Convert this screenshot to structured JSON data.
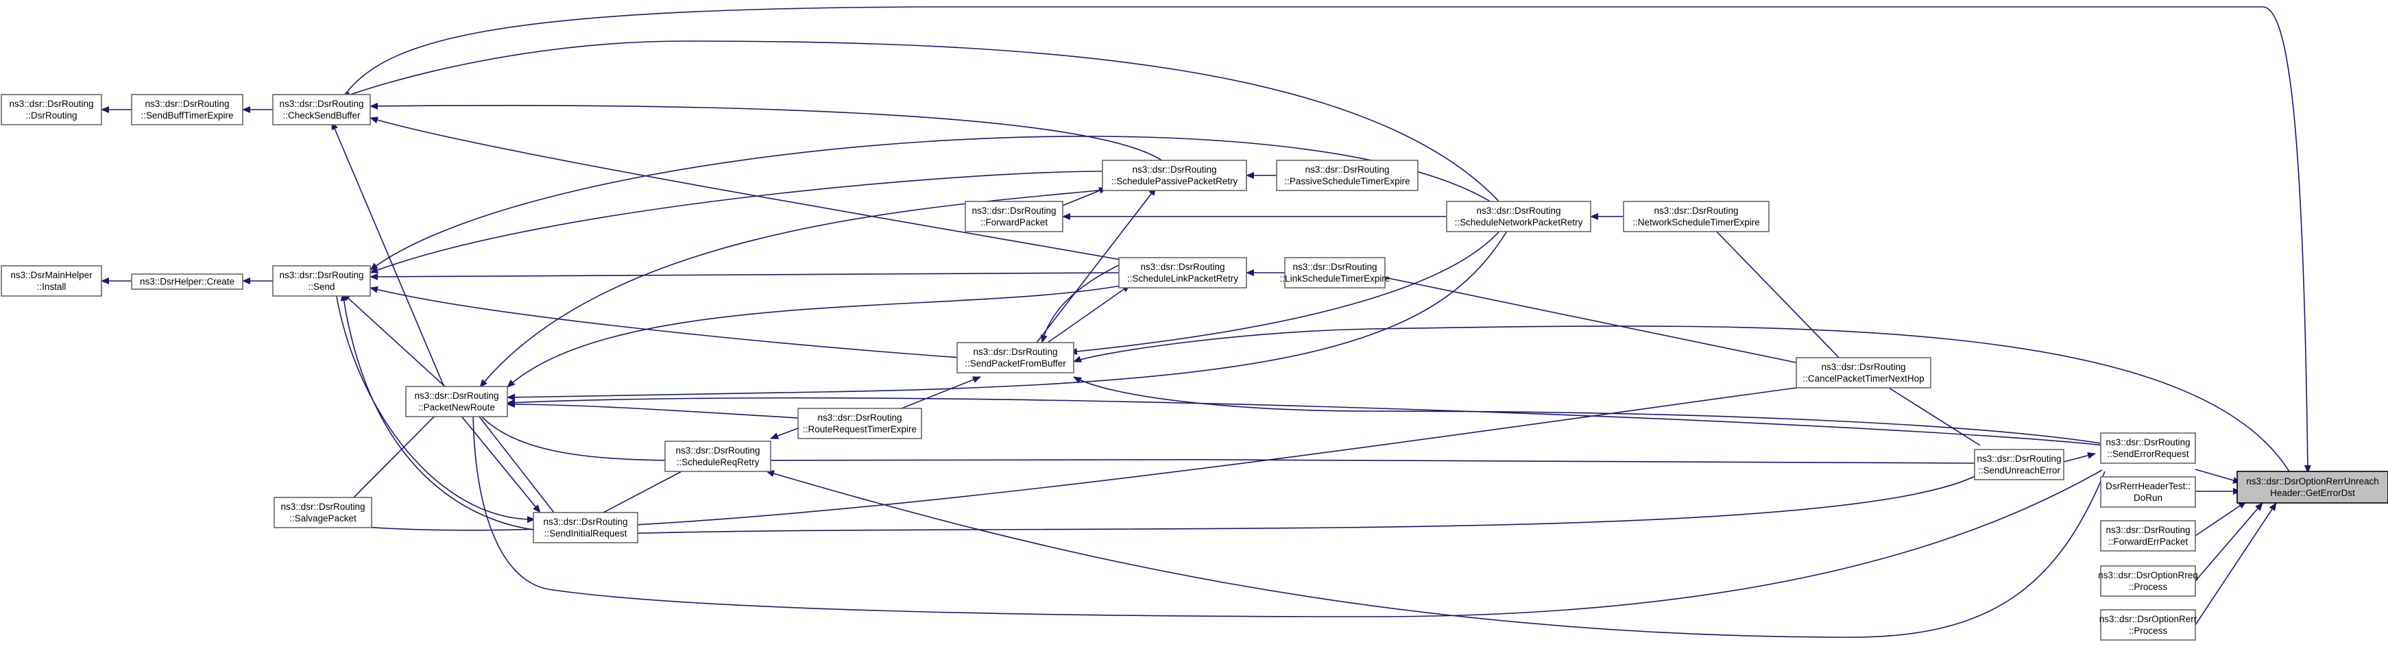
{
  "title": "ns3::dsr::DsrOptionRerrUnreachHeader::GetErrorDst caller graph",
  "colors": {
    "edge": "#191970",
    "root_fill": "#bfbfbf",
    "node_border": "#666666",
    "background": "#ffffff"
  },
  "nodes": [
    {
      "id": "root",
      "lines": [
        "ns3::dsr::DsrOptionRerrUnreach",
        "Header::GetErrorDst"
      ],
      "root": true
    },
    {
      "id": "dsr_ctor",
      "lines": [
        "ns3::dsr::DsrRouting",
        "::DsrRouting"
      ]
    },
    {
      "id": "sendbufftimer",
      "lines": [
        "ns3::dsr::DsrRouting",
        "::SendBuffTimerExpire"
      ]
    },
    {
      "id": "checksendbuffer",
      "lines": [
        "ns3::dsr::DsrRouting",
        "::CheckSendBuffer"
      ]
    },
    {
      "id": "mainhelper",
      "lines": [
        "ns3::DsrMainHelper",
        "::Install"
      ]
    },
    {
      "id": "helpercreate",
      "lines": [
        "ns3::DsrHelper::Create"
      ]
    },
    {
      "id": "send",
      "lines": [
        "ns3::dsr::DsrRouting",
        "::Send"
      ]
    },
    {
      "id": "salvage",
      "lines": [
        "ns3::dsr::DsrRouting",
        "::SalvagePacket"
      ]
    },
    {
      "id": "packetnewroute",
      "lines": [
        "ns3::dsr::DsrRouting",
        "::PacketNewRoute"
      ]
    },
    {
      "id": "sendinitial",
      "lines": [
        "ns3::dsr::DsrRouting",
        "::SendInitialRequest"
      ]
    },
    {
      "id": "schedreq",
      "lines": [
        "ns3::dsr::DsrRouting",
        "::ScheduleReqRetry"
      ]
    },
    {
      "id": "routereqtimer",
      "lines": [
        "ns3::dsr::DsrRouting",
        "::RouteRequestTimerExpire"
      ]
    },
    {
      "id": "forwardpacket",
      "lines": [
        "ns3::dsr::DsrRouting",
        "::ForwardPacket"
      ]
    },
    {
      "id": "schedpassive",
      "lines": [
        "ns3::dsr::DsrRouting",
        "::SchedulePassivePacketRetry"
      ]
    },
    {
      "id": "schedlink",
      "lines": [
        "ns3::dsr::DsrRouting",
        "::ScheduleLinkPacketRetry"
      ]
    },
    {
      "id": "sendfrombuffer",
      "lines": [
        "ns3::dsr::DsrRouting",
        "::SendPacketFromBuffer"
      ]
    },
    {
      "id": "passivetimer",
      "lines": [
        "ns3::dsr::DsrRouting",
        "::PassiveScheduleTimerExpire"
      ]
    },
    {
      "id": "linktimer",
      "lines": [
        "ns3::dsr::DsrRouting",
        "::LinkScheduleTimerExpire"
      ]
    },
    {
      "id": "schednetwork",
      "lines": [
        "ns3::dsr::DsrRouting",
        "::ScheduleNetworkPacketRetry"
      ]
    },
    {
      "id": "networktimer",
      "lines": [
        "ns3::dsr::DsrRouting",
        "::NetworkScheduleTimerExpire"
      ]
    },
    {
      "id": "cancelnexthop",
      "lines": [
        "ns3::dsr::DsrRouting",
        "::CancelPacketTimerNextHop"
      ]
    },
    {
      "id": "sendunreach",
      "lines": [
        "ns3::dsr::DsrRouting",
        "::SendUnreachError"
      ]
    },
    {
      "id": "senderror",
      "lines": [
        "ns3::dsr::DsrRouting",
        "::SendErrorRequest"
      ]
    },
    {
      "id": "rerrtest",
      "lines": [
        "DsrRerrHeaderTest::",
        "DoRun"
      ]
    },
    {
      "id": "forwarderr",
      "lines": [
        "ns3::dsr::DsrRouting",
        "::ForwardErrPacket"
      ]
    },
    {
      "id": "rreqprocess",
      "lines": [
        "ns3::dsr::DsrOptionRreq",
        "::Process"
      ]
    },
    {
      "id": "rerrprocess",
      "lines": [
        "ns3::dsr::DsrOptionRerr",
        "::Process"
      ]
    }
  ]
}
